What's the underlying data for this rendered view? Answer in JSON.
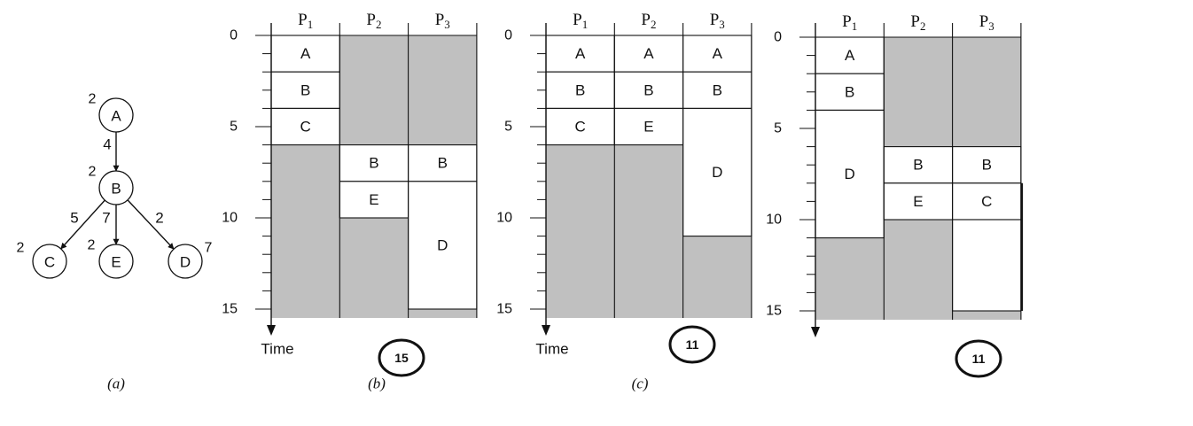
{
  "graph": {
    "nodes": [
      {
        "id": "A",
        "weight": "2"
      },
      {
        "id": "B",
        "weight": "2"
      },
      {
        "id": "C",
        "weight": "2"
      },
      {
        "id": "E",
        "weight": "2"
      },
      {
        "id": "D",
        "weight": "7"
      }
    ],
    "edges": [
      {
        "from": "A",
        "to": "B",
        "weight": "4"
      },
      {
        "from": "B",
        "to": "C",
        "weight": "5"
      },
      {
        "from": "B",
        "to": "E",
        "weight": "7"
      },
      {
        "from": "B",
        "to": "D",
        "weight": "2"
      }
    ],
    "caption": "(a)"
  },
  "schedules": [
    {
      "processors": [
        "P1",
        "P2",
        "P3"
      ],
      "ticks": [
        "0",
        "5",
        "10",
        "15"
      ],
      "axis_label": "Time",
      "caption": "(b)",
      "makespan": "15",
      "columns": [
        [
          {
            "label": "A",
            "start": 0,
            "end": 2
          },
          {
            "label": "B",
            "start": 2,
            "end": 4
          },
          {
            "label": "C",
            "start": 4,
            "end": 6
          }
        ],
        [
          {
            "label": "B",
            "start": 6,
            "end": 8
          },
          {
            "label": "E",
            "start": 8,
            "end": 10
          }
        ],
        [
          {
            "label": "B",
            "start": 6,
            "end": 8
          },
          {
            "label": "D",
            "start": 8,
            "end": 15
          }
        ]
      ]
    },
    {
      "processors": [
        "P1",
        "P2",
        "P3"
      ],
      "ticks": [
        "0",
        "5",
        "10",
        "15"
      ],
      "axis_label": "Time",
      "caption": "(c)",
      "makespan": "11",
      "columns": [
        [
          {
            "label": "A",
            "start": 0,
            "end": 2
          },
          {
            "label": "B",
            "start": 2,
            "end": 4
          },
          {
            "label": "C",
            "start": 4,
            "end": 6
          }
        ],
        [
          {
            "label": "A",
            "start": 0,
            "end": 2
          },
          {
            "label": "B",
            "start": 2,
            "end": 4
          },
          {
            "label": "E",
            "start": 4,
            "end": 6
          }
        ],
        [
          {
            "label": "A",
            "start": 0,
            "end": 2
          },
          {
            "label": "B",
            "start": 2,
            "end": 4
          },
          {
            "label": "D",
            "start": 4,
            "end": 11
          }
        ]
      ]
    },
    {
      "processors": [
        "P1",
        "P2",
        "P3"
      ],
      "ticks": [
        "0",
        "5",
        "10",
        "15"
      ],
      "axis_label": "",
      "caption": "",
      "makespan": "11",
      "columns": [
        [
          {
            "label": "A",
            "start": 0,
            "end": 2
          },
          {
            "label": "B",
            "start": 2,
            "end": 4
          },
          {
            "label": "D",
            "start": 4,
            "end": 11
          }
        ],
        [
          {
            "label": "B",
            "start": 6,
            "end": 8
          },
          {
            "label": "E",
            "start": 8,
            "end": 10
          }
        ],
        [
          {
            "label": "B",
            "start": 6,
            "end": 8
          },
          {
            "label": "C",
            "start": 8,
            "end": 10
          },
          {
            "label": "",
            "start": 10,
            "end": 15
          }
        ]
      ]
    }
  ],
  "colors": {
    "idle": "#c0c0c0",
    "task": "#ffffff",
    "line": "#111111"
  }
}
